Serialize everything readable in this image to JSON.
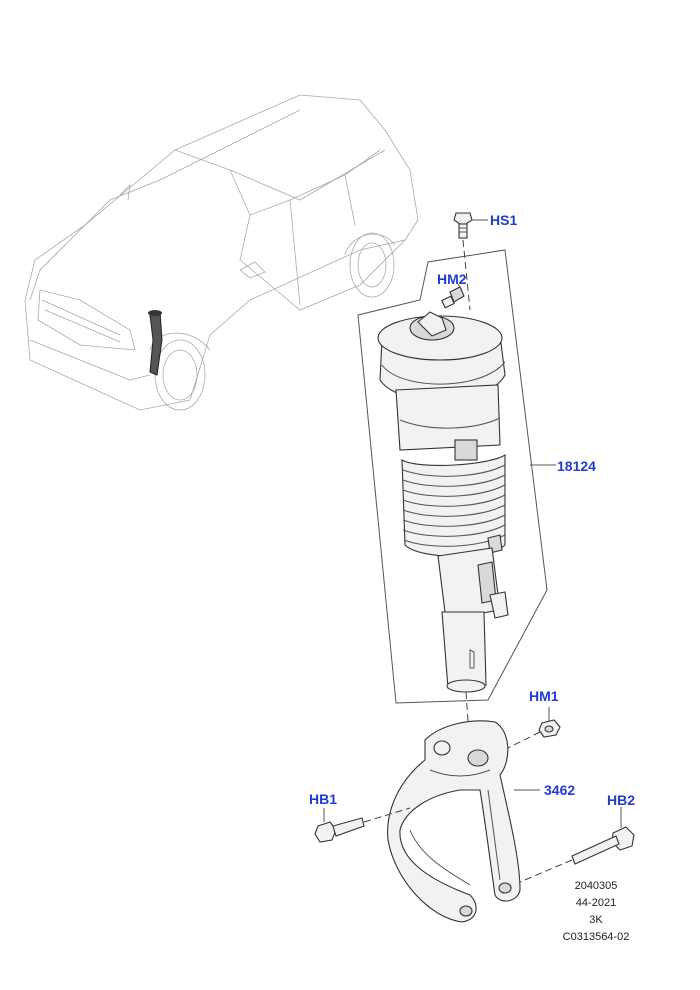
{
  "callouts": {
    "hs1": "HS1",
    "hm2": "HM2",
    "part_18124": "18124",
    "hm1": "HM1",
    "part_3462": "3462",
    "hb1": "HB1",
    "hb2": "HB2"
  },
  "reference": {
    "line1": "2040305",
    "line2": "44-2021",
    "line3": "3K",
    "line4": "C0313564-02"
  },
  "colors": {
    "callout": "#1f3bd6",
    "linework": "#333333"
  }
}
